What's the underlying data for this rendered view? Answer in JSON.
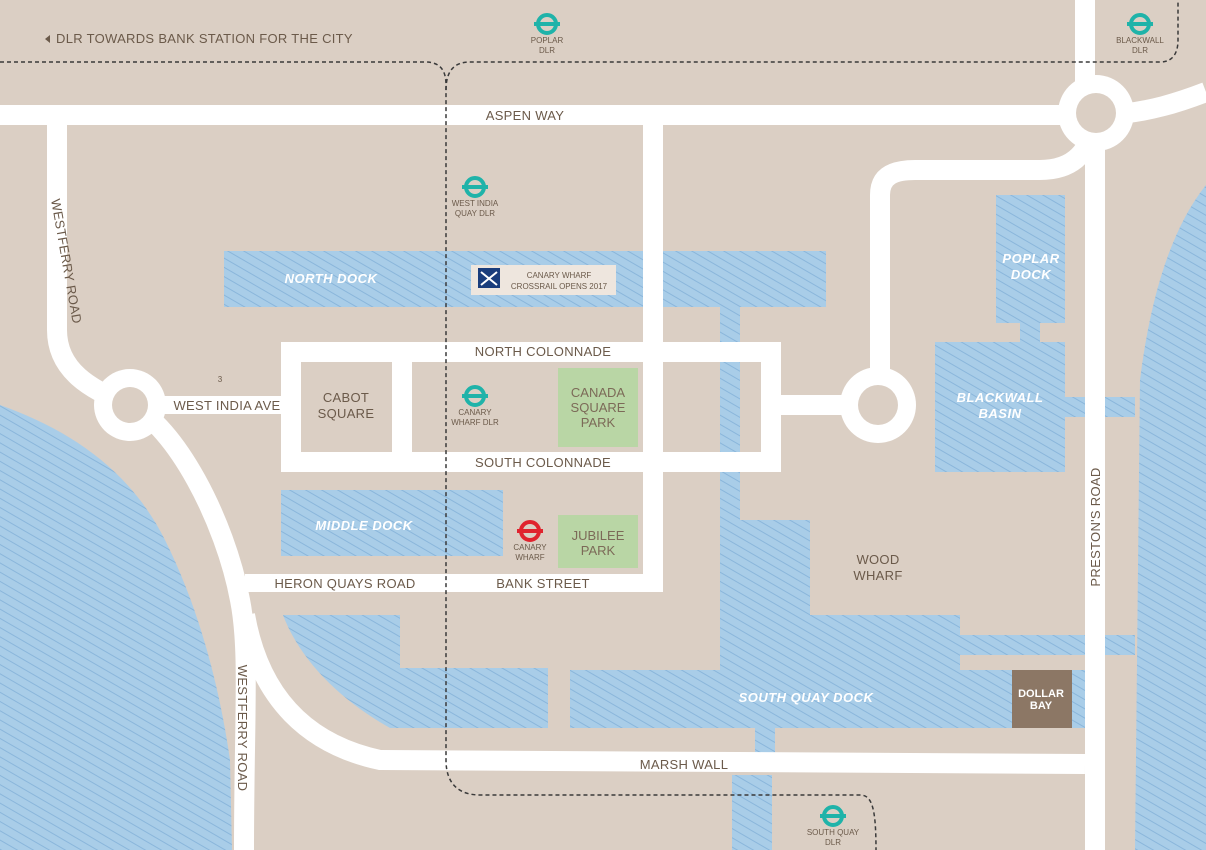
{
  "colors": {
    "land": "#dbcfc4",
    "road": "#ffffff",
    "water": "#a9cde8",
    "water_hatch": "#8ab6db",
    "park": "#b9d6a5",
    "dlr": "#1fb3a9",
    "underground": "#e0232e",
    "dollar_bay": "#8c7765",
    "crossrail_box": "#eee6de",
    "text": "#6b5a4a"
  },
  "map": {
    "dlr_note": "DLR TOWARDS BANK STATION FOR THE CITY",
    "roads": {
      "aspen_way": "ASPEN WAY",
      "westferry_road_top": "WESTFERRY ROAD",
      "westferry_road_bottom": "WESTFERRY ROAD",
      "west_india_ave": "WEST INDIA AVE",
      "north_colonnade": "NORTH COLONNADE",
      "south_colonnade": "SOUTH COLONNADE",
      "heron_quays_road": "HERON QUAYS ROAD",
      "bank_street": "BANK STREET",
      "marsh_wall": "MARSH WALL",
      "prestons_road": "PRESTON'S ROAD"
    },
    "docks": {
      "north_dock": "NORTH DOCK",
      "middle_dock": "MIDDLE DOCK",
      "south_quay_dock": "SOUTH QUAY DOCK",
      "poplar_dock_1": "POPLAR",
      "poplar_dock_2": "DOCK",
      "blackwall_basin_1": "BLACKWALL",
      "blackwall_basin_2": "BASIN"
    },
    "places": {
      "cabot_square_1": "CABOT",
      "cabot_square_2": "SQUARE",
      "canada_square_park_1": "CANADA",
      "canada_square_park_2": "SQUARE",
      "canada_square_park_3": "PARK",
      "jubilee_park_1": "JUBILEE",
      "jubilee_park_2": "PARK",
      "wood_wharf_1": "WOOD",
      "wood_wharf_2": "WHARF",
      "dollar_bay_1": "DOLLAR",
      "dollar_bay_2": "BAY",
      "marker_3": "3"
    },
    "stations": {
      "poplar_1": "POPLAR",
      "poplar_2": "DLR",
      "blackwall_1": "BLACKWALL",
      "blackwall_2": "DLR",
      "west_india_quay_1": "WEST INDIA",
      "west_india_quay_2": "QUAY DLR",
      "canary_wharf_dlr_1": "CANARY",
      "canary_wharf_dlr_2": "WHARF DLR",
      "canary_wharf_tube_1": "CANARY",
      "canary_wharf_tube_2": "WHARF",
      "south_quay_1": "SOUTH QUAY",
      "south_quay_2": "DLR",
      "crossrail_1": "CANARY WHARF",
      "crossrail_2": "CROSSRAIL OPENS 2017"
    }
  }
}
